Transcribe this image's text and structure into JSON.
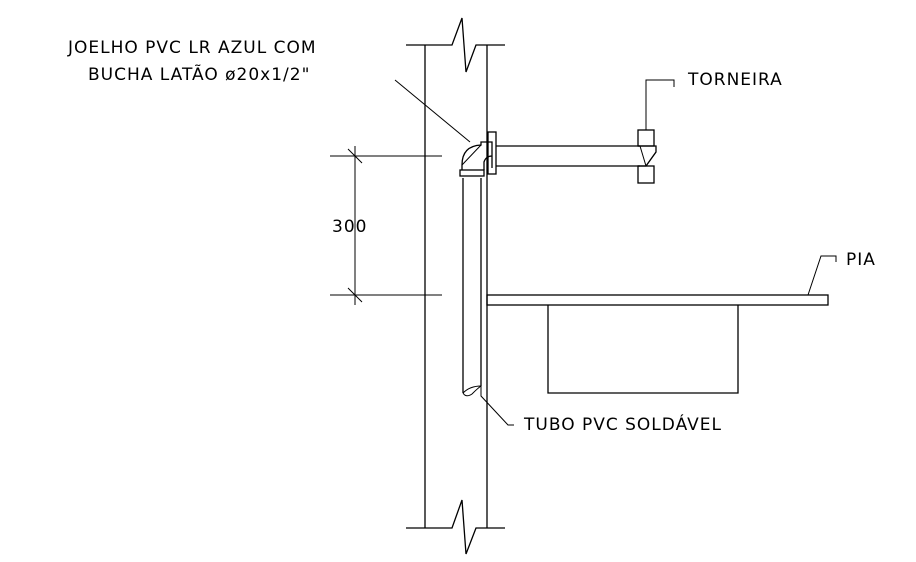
{
  "labels": {
    "elbow_line1": "JOELHO PVC LR AZUL COM",
    "elbow_line2": "BUCHA LATÃO ø20x1/2\"",
    "faucet": "TORNEIRA",
    "sink": "PIA",
    "pipe": "TUBO PVC SOLDÁVEL",
    "dimension": "300"
  }
}
